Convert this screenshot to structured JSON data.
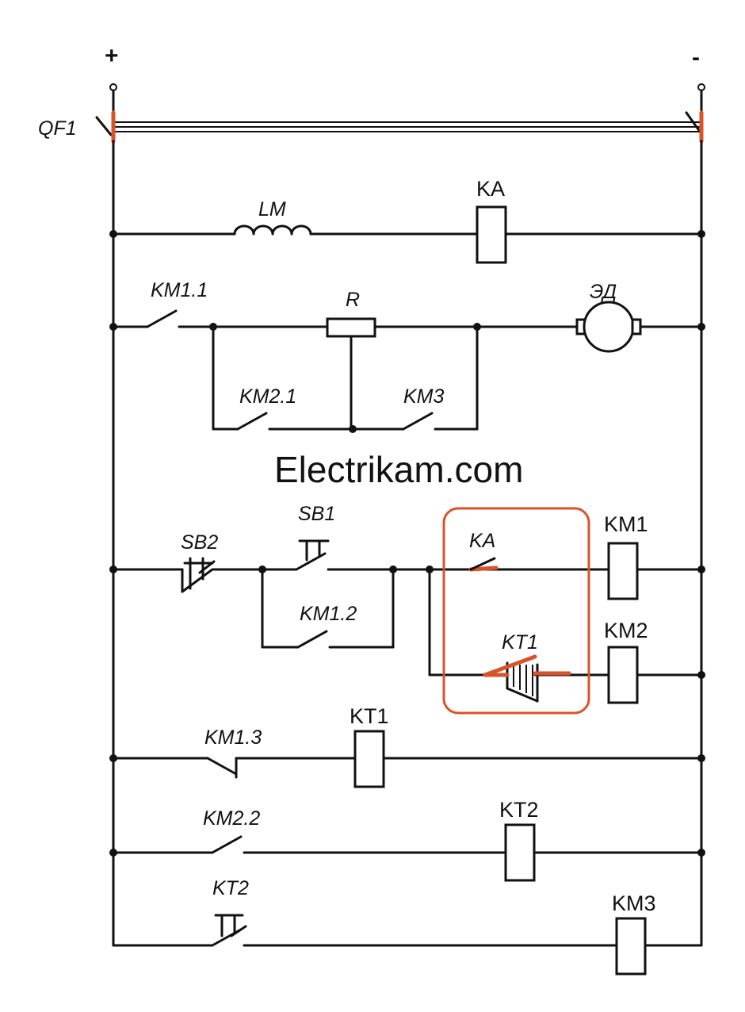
{
  "terminals": {
    "plus": "+",
    "minus": "-"
  },
  "breaker": {
    "label": "QF1"
  },
  "rows": {
    "field": {
      "inductor": "LM",
      "relay": "KA"
    },
    "motor": {
      "contact_km11": "KM1.1",
      "resistor": "R",
      "motor": "ЭД",
      "contact_km21": "KM2.1",
      "contact_km3": "KM3"
    },
    "km1": {
      "stop_button": "SB2",
      "start_button": "SB1",
      "ka_contact": "KA",
      "coil": "KM1",
      "hold_contact": "KM1.2"
    },
    "km2": {
      "timer_contact": "KT1",
      "coil": "KM2"
    },
    "kt1": {
      "contact": "KM1.3",
      "coil": "KT1"
    },
    "kt2": {
      "contact": "KM2.2",
      "coil": "KT2"
    },
    "km3": {
      "contact": "KT2",
      "coil": "KM3"
    }
  },
  "watermark": "Electrikam.com",
  "colors": {
    "line": "#111111",
    "highlight": "#d9532a"
  }
}
